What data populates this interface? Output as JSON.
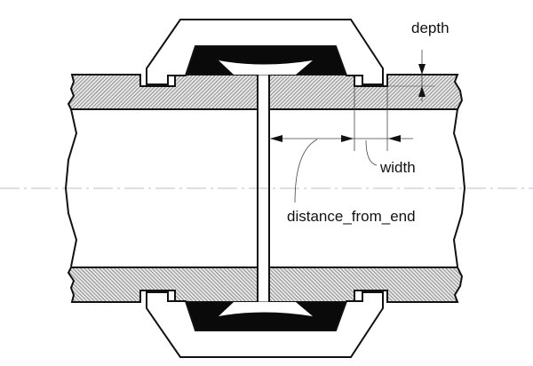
{
  "diagram": {
    "title": "Grooved pipe coupling cross-section",
    "labels": {
      "depth": "depth",
      "width": "width",
      "distance_from_end": "distance_from_end"
    },
    "colors": {
      "line": "#111111",
      "hatch": "#555555",
      "gasket": "#0a0a0a",
      "centerline": "#b8c0c8"
    }
  }
}
